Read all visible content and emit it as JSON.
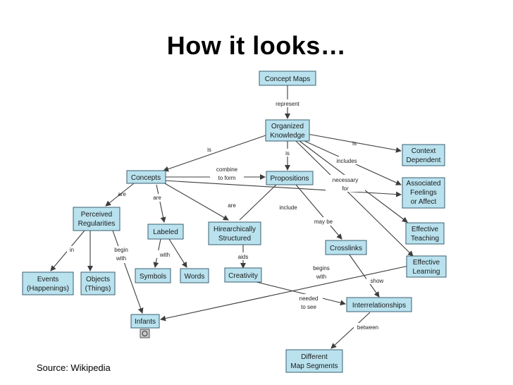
{
  "title": "How it looks…",
  "source": "Source: Wikipedia",
  "nodes": {
    "concept_maps": "Concept Maps",
    "organized_knowledge": [
      "Organized",
      "Knowledge"
    ],
    "context_dependent": [
      "Context",
      "Dependent"
    ],
    "concepts": "Concepts",
    "propositions": "Propositions",
    "associated_feelings": [
      "Associated",
      "Feelings",
      "or Affect"
    ],
    "perceived_regularities": [
      "Perceived",
      "Regularities"
    ],
    "labeled": "Labeled",
    "hierarchically_structured": [
      "Hirearchically",
      "Structured"
    ],
    "effective_teaching": [
      "Effective",
      "Teaching"
    ],
    "crosslinks": "Crosslinks",
    "effective_learning": [
      "Effective",
      "Learning"
    ],
    "events": [
      "Events",
      "(Happenings)"
    ],
    "objects": [
      "Objects",
      "(Things)"
    ],
    "symbols": "Symbols",
    "words": "Words",
    "creativity": "Creativity",
    "interrelationships": "Interrelationships",
    "infants": "Infants",
    "different_map_segments": [
      "Different",
      "Map Segments"
    ]
  },
  "edge_labels": {
    "represent": "represent",
    "is_left": "is",
    "is_right": "is",
    "is_mid": "is",
    "includes": "includes",
    "combine": [
      "combine",
      "to form"
    ],
    "necessary": [
      "necessary",
      "for"
    ],
    "are_left": "are",
    "are_mid": "are",
    "are_hier": "are",
    "include": "include",
    "may_be": "may be",
    "in": "in",
    "begin_with": [
      "begin",
      "with"
    ],
    "with": "with",
    "aids": "aids",
    "begins_with": [
      "begins",
      "with"
    ],
    "show": "show",
    "needed_to_see": [
      "needed",
      "to see"
    ],
    "between": "between"
  }
}
